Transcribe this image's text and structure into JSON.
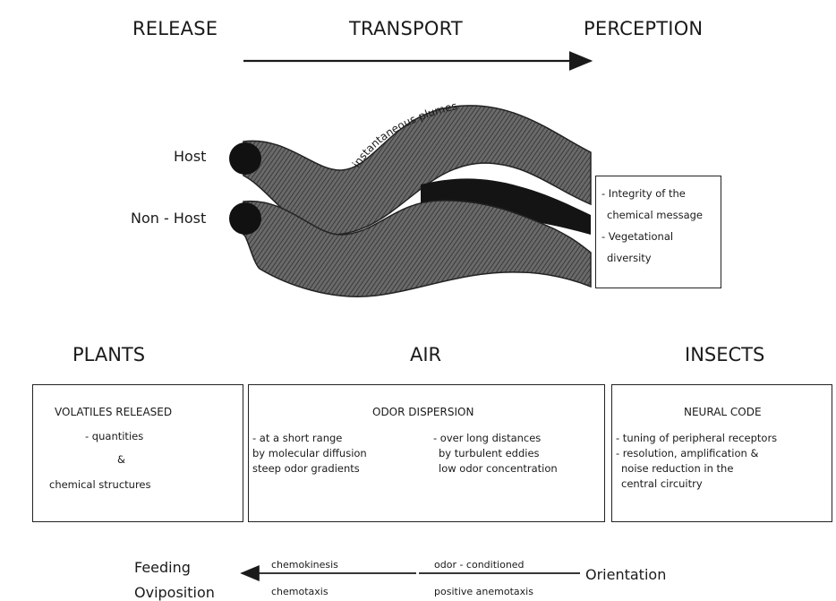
{
  "header": {
    "stages": [
      "RELEASE",
      "TRANSPORT",
      "PERCEPTION"
    ]
  },
  "plume": {
    "label": "instantaneous plumes",
    "sources": [
      "Host",
      "Non - Host"
    ],
    "side_box": {
      "lines": [
        "- Integrity of the",
        "chemical message",
        "- Vegetational",
        "diversity"
      ]
    }
  },
  "columns": [
    "PLANTS",
    "AIR",
    "INSECTS"
  ],
  "plants_box": {
    "title": "VOLATILES RELEASED",
    "lines": [
      "- quantities",
      "&",
      "chemical structures"
    ]
  },
  "air_box": {
    "title": "ODOR DISPERSION",
    "left": [
      "- at a short range",
      "by molecular diffusion",
      "steep odor gradients"
    ],
    "right": [
      "- over long distances",
      "by turbulent eddies",
      "low odor concentration"
    ]
  },
  "insects_box": {
    "title": "NEURAL CODE",
    "lines": [
      "- tuning of peripheral receptors",
      "- resolution, amplification &",
      "noise reduction in the",
      "central circuitry"
    ]
  },
  "bottom": {
    "left_labels": [
      "Feeding",
      "Oviposition"
    ],
    "mid_left": [
      "chemokinesis",
      "chemotaxis"
    ],
    "mid_right": [
      "odor - conditioned",
      "positive anemotaxis"
    ],
    "right_label": "Orientation"
  },
  "colors": {
    "ink": "#1a1a1a",
    "plume_fill": "#5a5a5a",
    "plume_dark": "#151515"
  }
}
